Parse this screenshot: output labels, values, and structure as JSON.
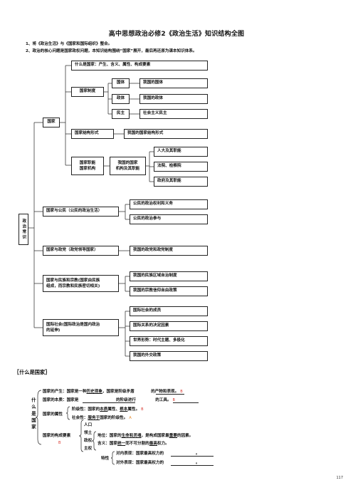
{
  "title": "高中思想政治必修2《政治生活》知识结构全图",
  "intro": [
    "1、将《政治生活》与《国家和国际组织》整合。",
    "2、政治的核心问题是国家政权问题，本知识结构围绕“国家”展开，最后再还原为课本知识体系。"
  ],
  "root": "政治常识",
  "nodes": {
    "guojia": "国家",
    "what": "什么是国家：产生、含义、属性、构成要素",
    "zhidu": "国家制度",
    "guoti": "国体",
    "guoti_r": "我国的国体",
    "zhengti": "政体",
    "zhengti_r": "我国的政体",
    "minzhu": "民主",
    "minzhu_r": "社会主义民主",
    "jiegou": "国家结构形式",
    "jiegou_r": "我国的国家结构形式",
    "zhineng_a": "国家职能",
    "zhineng_b": "国家机构",
    "woguo_a": "我国的国家",
    "woguo_b": "机构及其职能",
    "renda": "人大及其职能",
    "fayuan": "法院、检察院",
    "zhengfu": "政府及其职能",
    "gongmin": "国家与公民（公民的政治生活）",
    "gongmin_1": "公民的政治权利和义务",
    "gongmin_2": "公民的政治参与",
    "zhengdang": "国家与政党（政党领导国家）",
    "zhengdang_1": "我国的政党和政党制度",
    "minzu_a": "国家与民族和宗教(国家由民族",
    "minzu_b": "组成，而宗教和民族密切相关)",
    "minzu_1": "我国的民族区域自治制度",
    "minzu_2": "我国的宗教信仰自由政策",
    "guoji_a": "国际社会(国际政治是国内政治",
    "guoji_b": "的延伸)",
    "guoji_1": "国际社会的成员",
    "guoji_2": "国际关系的决定因素",
    "guoji_3": "世界形势：时代主题、多极化",
    "guoji_4": "我国的外交政策"
  },
  "section_title": "〖什么是国家〗",
  "detail": {
    "side_label": "什么是国家",
    "l1_pre": "国家的产生：国家是一种",
    "l1_u": "历史现象",
    "l1_post": "，国家是阶级矛盾",
    "l1_end": "的产物和表现。",
    "l1_mark": "B",
    "l2_pre": "国家的本质：国家是",
    "l2_end": "的阶级进行",
    "l2_end2": "的工具。",
    "l2_mark": "B",
    "shuxing": "国家的属性",
    "s1_pre": "阶级性：国家的",
    "s1_u1": "本质",
    "s1_mid": "属性、",
    "s1_u2": "根本",
    "s1_post": "属性。",
    "s1_mark": "B",
    "s2_pre": "社会性：",
    "s2_u": "服务于",
    "s2_post": "国家的阶级性。",
    "s2_mark": "A",
    "yaosu": "国家的构成要素",
    "yaosu_mark": "B",
    "elements": [
      "人口",
      "领土",
      "政权",
      "主权"
    ],
    "z1_pre": "地位：国家的",
    "z1_u": "生命和灵魂",
    "z1_post": "，是构成国家最",
    "z1_u2": "重要",
    "z1_end": "的因素。",
    "z2_pre": "含义：国家",
    "z2_u": "统一",
    "z2_mid": "而不可分割的",
    "z2_u2": "最高",
    "z2_post": "权力。",
    "texing": "特性",
    "t1": "对内表现：国家最高权力的",
    "t2": "对外表现：国家最高权力的"
  },
  "page_number": "117"
}
